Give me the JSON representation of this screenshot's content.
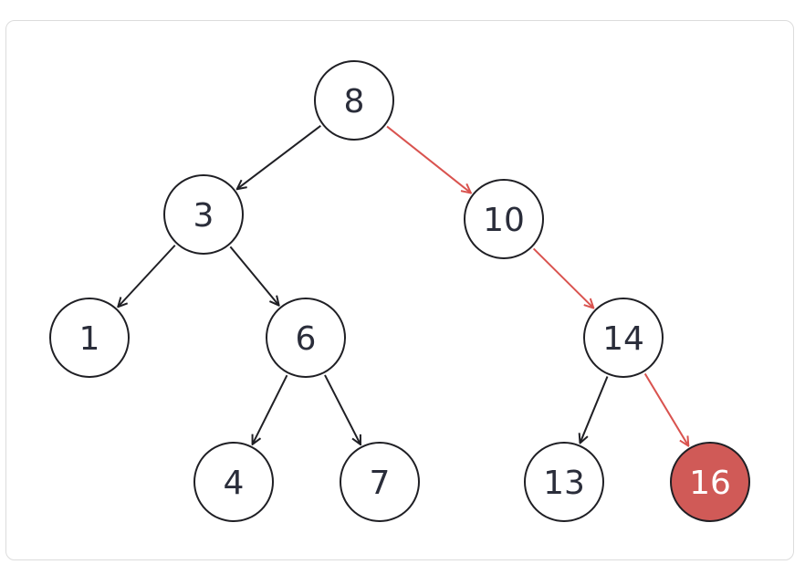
{
  "colors": {
    "node_fill": "#ffffff",
    "node_stroke": "#1f1f24",
    "node_text": "#2a2d3a",
    "edge": "#1f1f24",
    "highlight": "#d9534f",
    "highlight_node_fill": "#d05a57",
    "highlight_text": "#ffffff",
    "card_border": "#dcdcdc"
  },
  "tree": {
    "nodes": [
      {
        "id": "n8",
        "label": "8",
        "highlighted": false
      },
      {
        "id": "n3",
        "label": "3",
        "highlighted": false
      },
      {
        "id": "n10",
        "label": "10",
        "highlighted": false
      },
      {
        "id": "n1",
        "label": "1",
        "highlighted": false
      },
      {
        "id": "n6",
        "label": "6",
        "highlighted": false
      },
      {
        "id": "n14",
        "label": "14",
        "highlighted": false
      },
      {
        "id": "n4",
        "label": "4",
        "highlighted": false
      },
      {
        "id": "n7",
        "label": "7",
        "highlighted": false
      },
      {
        "id": "n13",
        "label": "13",
        "highlighted": false
      },
      {
        "id": "n16",
        "label": "16",
        "highlighted": true
      }
    ],
    "edges": [
      {
        "from": "n8",
        "to": "n3",
        "highlighted": false
      },
      {
        "from": "n8",
        "to": "n10",
        "highlighted": true
      },
      {
        "from": "n3",
        "to": "n1",
        "highlighted": false
      },
      {
        "from": "n3",
        "to": "n6",
        "highlighted": false
      },
      {
        "from": "n10",
        "to": "n14",
        "highlighted": true
      },
      {
        "from": "n6",
        "to": "n4",
        "highlighted": false
      },
      {
        "from": "n6",
        "to": "n7",
        "highlighted": false
      },
      {
        "from": "n14",
        "to": "n13",
        "highlighted": false
      },
      {
        "from": "n14",
        "to": "n16",
        "highlighted": true
      }
    ]
  }
}
